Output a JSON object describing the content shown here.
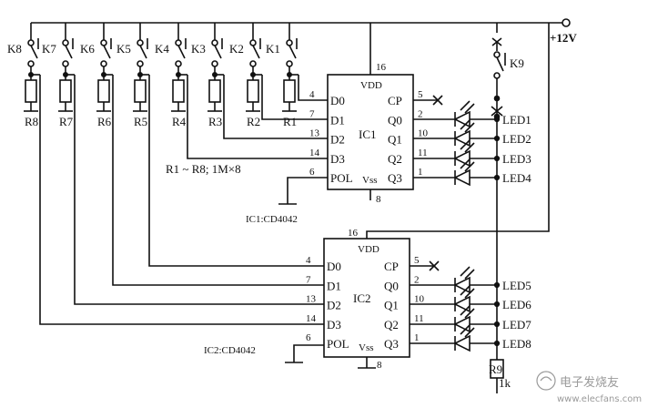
{
  "supply": {
    "label": "+12V"
  },
  "ic1": {
    "name": "IC1",
    "part": "IC1:CD4042",
    "vdd": "VDD",
    "vss": "Vss",
    "pin_vdd": "16",
    "pin_vss": "8",
    "left_pins": [
      {
        "pin": "4",
        "label": "D0"
      },
      {
        "pin": "7",
        "label": "D1"
      },
      {
        "pin": "13",
        "label": "D2"
      },
      {
        "pin": "14",
        "label": "D3"
      },
      {
        "pin": "6",
        "label": "POL"
      }
    ],
    "right_pins": [
      {
        "pin": "5",
        "label": "CP"
      },
      {
        "pin": "2",
        "label": "Q0"
      },
      {
        "pin": "10",
        "label": "Q1"
      },
      {
        "pin": "11",
        "label": "Q2"
      },
      {
        "pin": "1",
        "label": "Q3"
      }
    ]
  },
  "ic2": {
    "name": "IC2",
    "part": "IC2:CD4042",
    "vdd": "VDD",
    "vss": "Vss",
    "pin_vdd": "16",
    "pin_vss": "8",
    "left_pins": [
      {
        "pin": "4",
        "label": "D0"
      },
      {
        "pin": "7",
        "label": "D1"
      },
      {
        "pin": "13",
        "label": "D2"
      },
      {
        "pin": "14",
        "label": "D3"
      },
      {
        "pin": "6",
        "label": "POL"
      }
    ],
    "right_pins": [
      {
        "pin": "5",
        "label": "CP"
      },
      {
        "pin": "2",
        "label": "Q0"
      },
      {
        "pin": "10",
        "label": "Q1"
      },
      {
        "pin": "11",
        "label": "Q2"
      },
      {
        "pin": "1",
        "label": "Q3"
      }
    ]
  },
  "switches": [
    "K8",
    "K7",
    "K6",
    "K5",
    "K4",
    "K3",
    "K2",
    "K1"
  ],
  "resistors": [
    "R8",
    "R7",
    "R6",
    "R5",
    "R4",
    "R3",
    "R2",
    "R1"
  ],
  "resistor_note": "R1 ~ R8; 1M×8",
  "k9": "K9",
  "leds_top": [
    "LED1",
    "LED2",
    "LED3",
    "LED4"
  ],
  "leds_bottom": [
    "LED5",
    "LED6",
    "LED7",
    "LED8"
  ],
  "r9": {
    "name": "R9",
    "value": "1k"
  },
  "watermark": "电子发烧友",
  "watermark_url": "www.elecfans.com"
}
